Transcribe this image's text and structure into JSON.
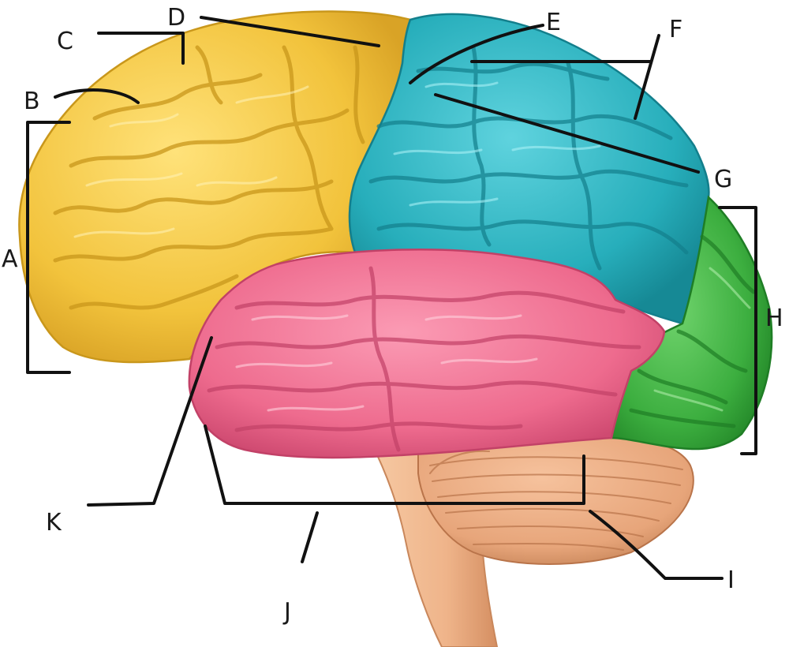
{
  "colors": {
    "frontal": "#f2c33c",
    "frontal_shadow": "#c9971b",
    "parietal": "#27aebb",
    "parietal_shadow": "#137f8c",
    "occipital": "#3cae3f",
    "occipital_shadow": "#1f7e25",
    "temporal": "#ee6b8e",
    "temporal_shadow": "#c24167",
    "cerebellum": "#e7a57a",
    "cerebellum_shadow": "#b9744a",
    "brainstem": "#efb48a",
    "leader": "#111111"
  },
  "labels": {
    "a": "A",
    "b": "B",
    "c": "C",
    "d": "D",
    "e": "E",
    "f": "F",
    "g": "G",
    "h": "H",
    "i": "I",
    "j": "J",
    "k": "K"
  }
}
